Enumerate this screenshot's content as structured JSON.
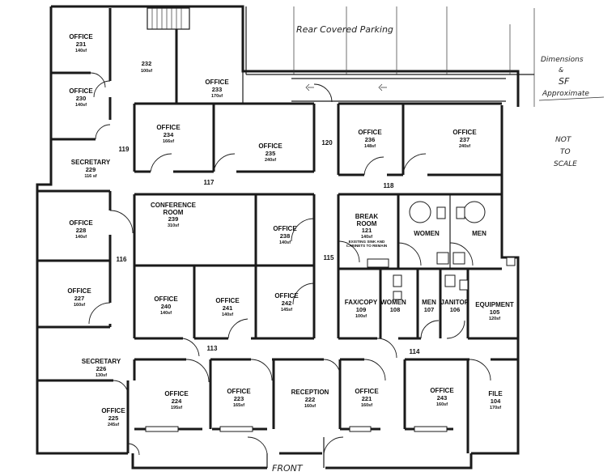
{
  "rooms": {
    "r231": {
      "name": "OFFICE",
      "num": "231",
      "area": "140sf"
    },
    "r230": {
      "name": "OFFICE",
      "num": "230",
      "area": "140sf"
    },
    "r232": {
      "num": "232",
      "area": "100sf"
    },
    "r233": {
      "name": "OFFICE",
      "num": "233",
      "area": "170sf"
    },
    "r234": {
      "name": "OFFICE",
      "num": "234",
      "area": "166sf"
    },
    "r235": {
      "name": "OFFICE",
      "num": "235",
      "area": "240sf"
    },
    "r236": {
      "name": "OFFICE",
      "num": "236",
      "area": "148sf"
    },
    "r237": {
      "name": "OFFICE",
      "num": "237",
      "area": "240sf"
    },
    "r229": {
      "name": "SECRETARY",
      "num": "229",
      "area": "116 sf"
    },
    "r239": {
      "name": "CONFERENCE",
      "name2": "ROOM",
      "num": "239",
      "area": "310sf"
    },
    "r238": {
      "name": "OFFICE",
      "num": "238",
      "area": "140sf"
    },
    "r121": {
      "name": "BREAK",
      "name2": "ROOM",
      "num": "121",
      "area": "140sf",
      "note1": "EXISTING SINK AND",
      "note2": "CABINETS TO REMAIN"
    },
    "rwomen_top": {
      "name": "WOMEN"
    },
    "rmen_top": {
      "name": "MEN"
    },
    "r228": {
      "name": "OFFICE",
      "num": "228",
      "area": "140sf"
    },
    "r227": {
      "name": "OFFICE",
      "num": "227",
      "area": "160sf"
    },
    "r240": {
      "name": "OFFICE",
      "num": "240",
      "area": "140sf"
    },
    "r241": {
      "name": "OFFICE",
      "num": "241",
      "area": "140sf"
    },
    "r242": {
      "name": "OFFICE",
      "num": "242",
      "area": "145sf"
    },
    "r109": {
      "name": "FAX/COPY",
      "num": "109",
      "area": "100sf"
    },
    "r108": {
      "name": "WOMEN",
      "num": "108"
    },
    "r107": {
      "name": "MEN",
      "num": "107"
    },
    "r106": {
      "name": "JANITOR",
      "num": "106"
    },
    "r105": {
      "name": "EQUIPMENT",
      "num": "105",
      "area": "120sf"
    },
    "r226": {
      "name": "SECRETARY",
      "num": "226",
      "area": "130sf"
    },
    "r224": {
      "name": "OFFICE",
      "num": "224",
      "area": "195sf"
    },
    "r223": {
      "name": "OFFICE",
      "num": "223",
      "area": "165sf"
    },
    "r222": {
      "name": "RECEPTION",
      "num": "222",
      "area": "160sf"
    },
    "r221": {
      "name": "OFFICE",
      "num": "221",
      "area": "160sf"
    },
    "r243": {
      "name": "OFFICE",
      "num": "243",
      "area": "160sf"
    },
    "r104": {
      "name": "FILE",
      "num": "104",
      "area": "170sf"
    },
    "r225": {
      "name": "OFFICE",
      "num": "225",
      "area": "245sf"
    }
  },
  "corridors": {
    "c119": "119",
    "c120": "120",
    "c117": "117",
    "c118": "118",
    "c116": "116",
    "c115": "115",
    "c113": "113",
    "c114": "114"
  },
  "notes": {
    "parking": "Rear Covered Parking",
    "front": "FRONT",
    "dim1": "Dimensions",
    "dim2": "&",
    "dim3": "SF",
    "dim4": "Approximate",
    "nts1": "NOT",
    "nts2": "TO",
    "nts3": "SCALE"
  }
}
